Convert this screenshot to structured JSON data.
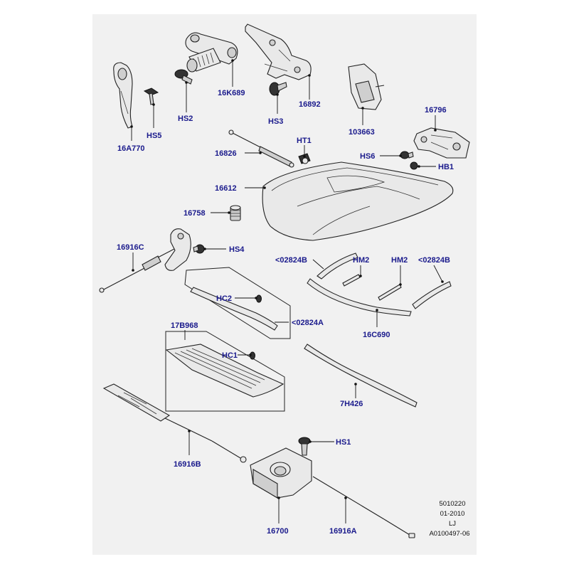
{
  "labels": {
    "p16A770": "16A770",
    "hs5": "HS5",
    "hs2": "HS2",
    "p16K689": "16K689",
    "hs3": "HS3",
    "p16892": "16892",
    "p103663": "103663",
    "p16796": "16796",
    "hs6": "HS6",
    "hb1": "HB1",
    "ht1": "HT1",
    "p16826": "16826",
    "p16612": "16612",
    "p16758": "16758",
    "p16916C": "16916C",
    "hs4": "HS4",
    "p02824B_left": "<02824B",
    "hm2_left": "HM2",
    "hm2_right": "HM2",
    "p02824B_right": "<02824B",
    "hc2": "HC2",
    "p02824A": "<02824A",
    "p16C690": "16C690",
    "p17B968": "17B968",
    "hc1": "HC1",
    "p7H426": "7H426",
    "hs1": "HS1",
    "p16916B": "16916B",
    "p16700": "16700",
    "p16916A": "16916A"
  },
  "footer": {
    "line1": "5010220",
    "line2": "01-2010",
    "line3": "LJ",
    "line4": "A0100497-06"
  }
}
